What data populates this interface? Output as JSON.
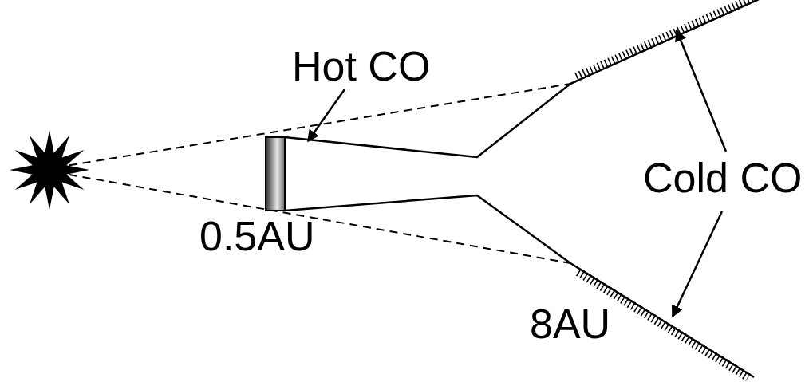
{
  "diagram": {
    "labels": [
      "Hot CO",
      "0.5AU",
      "Cold CO",
      "8AU"
    ]
  }
}
